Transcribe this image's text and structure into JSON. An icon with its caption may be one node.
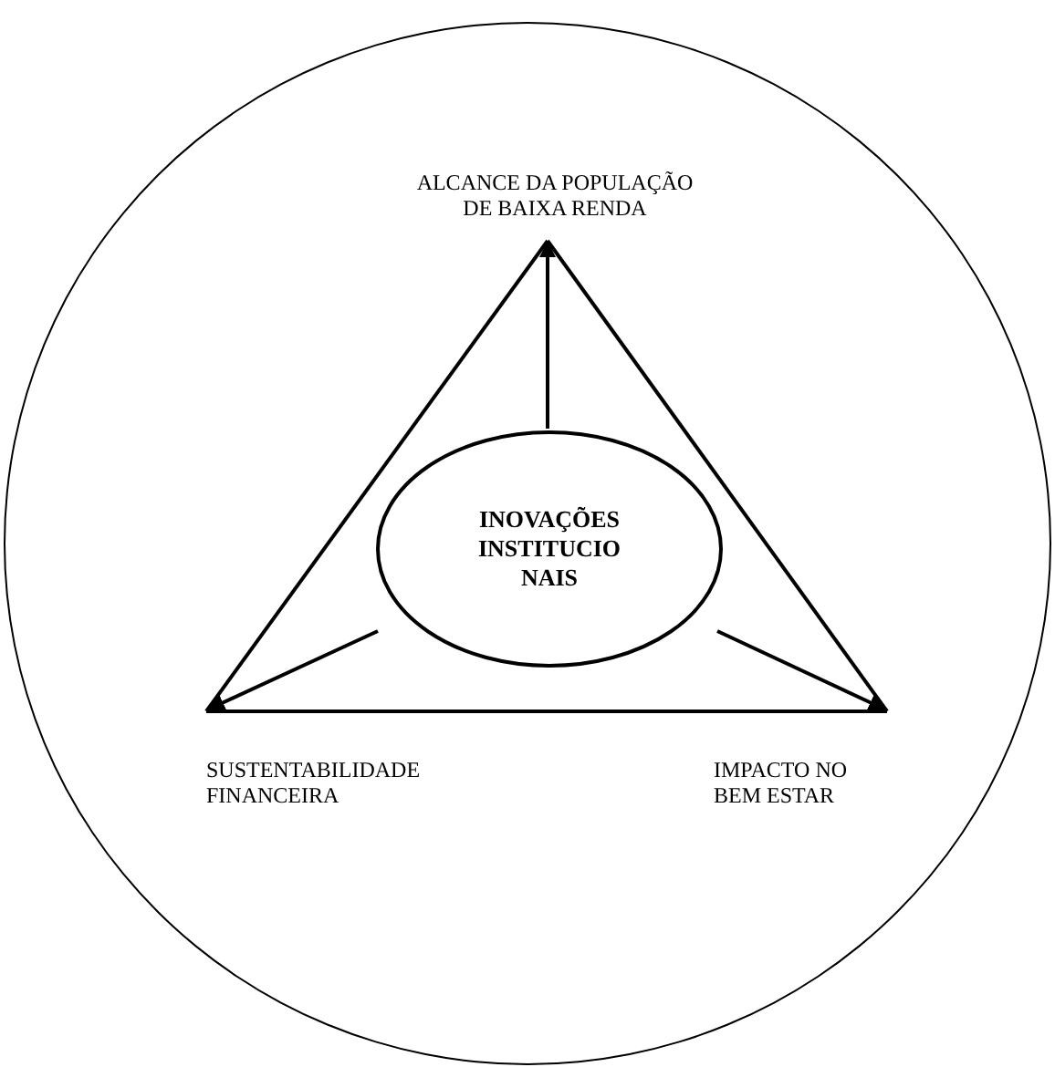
{
  "diagram": {
    "nodes": [
      {
        "text": [],
        "shape": "circle"
      },
      {
        "text": [
          "ALCANCE DA POPULAÇÃO DE BAIXA RENDA"
        ],
        "in": 0
      },
      {
        "text": [
          "INOVAÇÕES INSTITUCIO NAIS"
        ],
        "in": 0
      },
      {
        "text": [
          "SUSTENTABILIDADE FINANCEIRA"
        ],
        "in": 0
      },
      {
        "text": [
          "IMPACTO NO BEM ESTAR"
        ],
        "in": 0
      }
    ],
    "edges": [
      {
        "from": 2,
        "to": 1,
        "arrow": "to"
      },
      {
        "from": 2,
        "to": 3,
        "arrow": "to"
      },
      {
        "from": 2,
        "to": 4,
        "arrow": "to"
      },
      {
        "from": 1,
        "to": 3,
        "arrow": "none"
      },
      {
        "from": 1,
        "to": 4,
        "arrow": "none"
      },
      {
        "from": 3,
        "to": 4,
        "arrow": "none"
      }
    ]
  }
}
